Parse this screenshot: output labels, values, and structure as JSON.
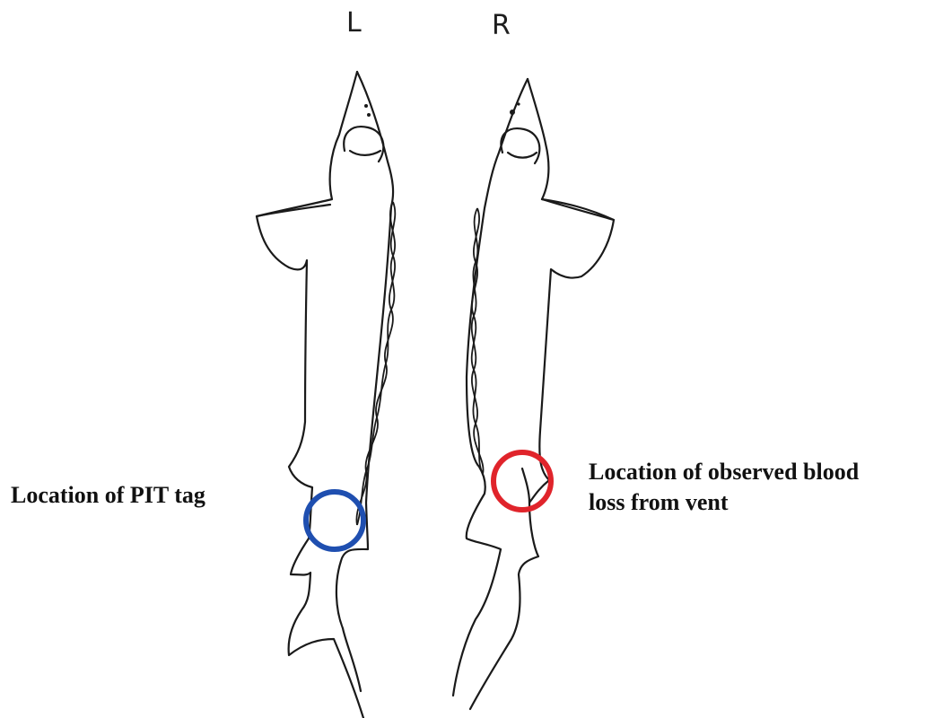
{
  "labels": {
    "left_side": "L",
    "right_side": "R"
  },
  "annotations": {
    "pit_tag": {
      "text": "Location of PIT tag",
      "color": "#1f4fb0"
    },
    "blood_loss": {
      "line1": "Location of observed blood",
      "line2": "loss from vent",
      "color": "#e0242b"
    }
  },
  "illustration": {
    "subject": "sturgeon-ventral-outline",
    "views": [
      "left",
      "right"
    ]
  }
}
